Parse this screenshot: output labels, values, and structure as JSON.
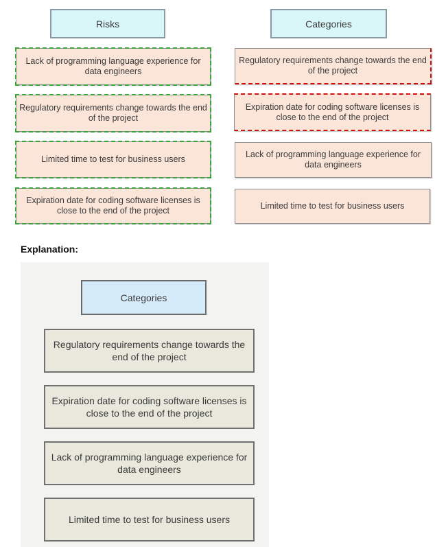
{
  "question": {
    "risks_header": "Risks",
    "categories_header": "Categories",
    "risks": [
      "Lack of programming language experience for data engineers",
      "Regulatory requirements change towards the end of the project",
      "Limited time to test for business users",
      "Expiration date for coding software licenses is close to the end of the project"
    ],
    "categories": [
      "Regulatory requirements change towards the end of the project",
      "Expiration date for coding software licenses is close to the end of the project",
      "Lack of programming language experience for data engineers",
      "Limited time to test for business users"
    ]
  },
  "explanation": {
    "label": "Explanation:",
    "categories_header": "Categories",
    "items": [
      "Regulatory requirements change towards the end of the project",
      "Expiration date for coding software licenses is close to the end of the project",
      "Lack of programming language experience for data engineers",
      "Limited time to test for business users"
    ]
  },
  "colors": {
    "risk_outline": "#3aa33a",
    "category_highlight": "#cc1111",
    "header_fill": "#d9f6f8"
  }
}
